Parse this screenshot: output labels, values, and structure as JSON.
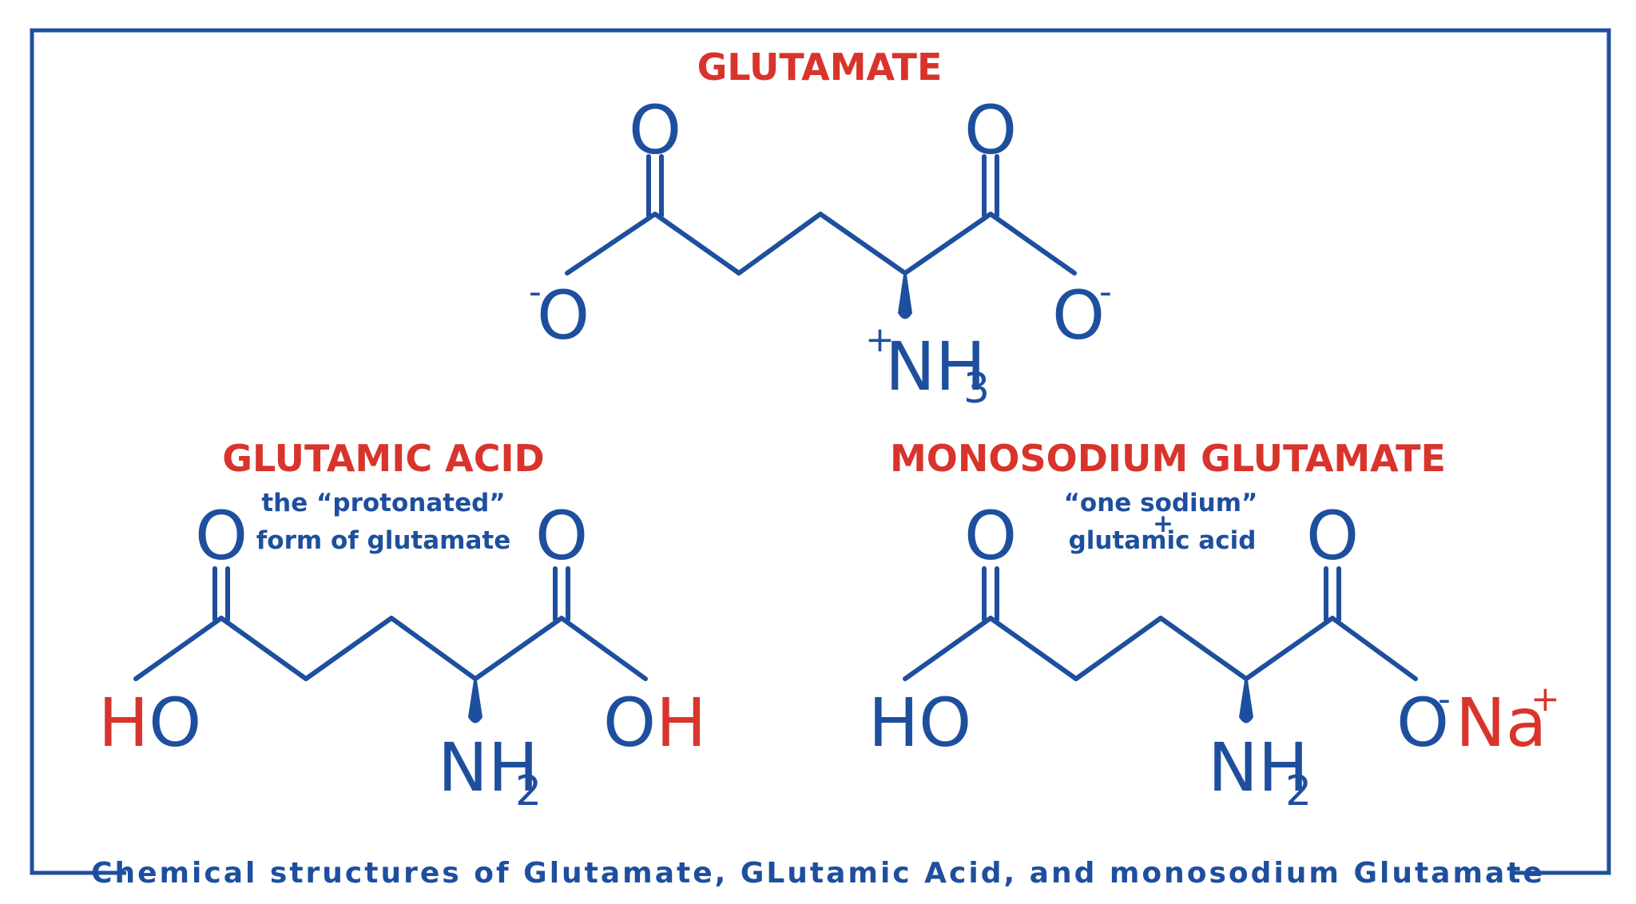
{
  "colors": {
    "structure_blue": "#1e4f9e",
    "label_red": "#d8342c",
    "background": "#ffffff"
  },
  "caption": "Chemical structures of Glutamate, GLutamic Acid, and monosodium Glutamate",
  "glutamate": {
    "title": "GLUTAMATE",
    "o_top_left": "O",
    "o_top_right": "O",
    "o_bottom_left": "O",
    "o_bottom_left_charge": "-",
    "o_bottom_right": "O",
    "o_bottom_right_charge": "-",
    "amine_charge": "+",
    "amine": "NH",
    "amine_subscript": "3"
  },
  "glutamic_acid": {
    "title": "GLUTAMIC ACID",
    "note_line1": "the “protonated”",
    "note_line2": "form of glutamate",
    "o_top_left": "O",
    "o_top_right": "O",
    "ho_h": "H",
    "ho_o": "O",
    "oh_o": "O",
    "oh_h": "H",
    "amine": "NH",
    "amine_subscript": "2"
  },
  "msg": {
    "title": "MONOSODIUM GLUTAMATE",
    "note_line1": "“one sodium”",
    "note_plus": "+",
    "note_line2": "glutamic acid",
    "o_top_left": "O",
    "o_top_right": "O",
    "ho": "HO",
    "o_salt": "O",
    "o_salt_charge": "-",
    "na": "Na",
    "na_charge": "+",
    "amine": "NH",
    "amine_subscript": "2"
  }
}
